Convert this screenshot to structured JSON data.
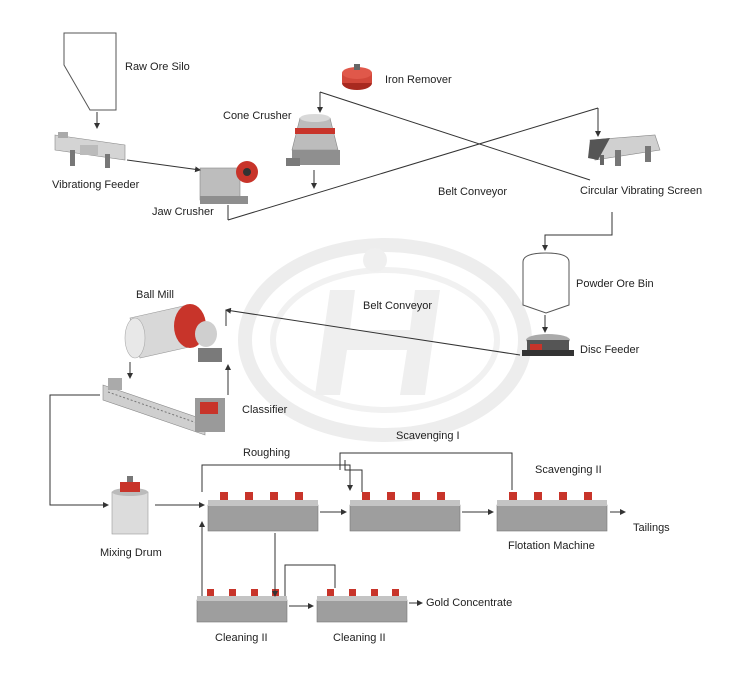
{
  "labels": {
    "raw_ore_silo": "Raw Ore Silo",
    "iron_remover": "Iron Remover",
    "cone_crusher": "Cone Crusher",
    "vibrating_feeder": "Vibrationg Feeder",
    "jaw_crusher": "Jaw Crusher",
    "belt_conveyor_top": "Belt Conveyor",
    "circular_vibrating_screen": "Circular Vibrating Screen",
    "powder_ore_bin": "Powder Ore Bin",
    "ball_mill": "Ball Mill",
    "belt_conveyor_mid": "Belt Conveyor",
    "disc_feeder": "Disc Feeder",
    "classifier": "Classifier",
    "roughing": "Roughing",
    "scavenging_1": "Scavenging I",
    "scavenging_2": "Scavenging II",
    "mixing_drum": "Mixing Drum",
    "flotation_machine": "Flotation Machine",
    "tailings": "Tailings",
    "gold_concentrate": "Gold Concentrate",
    "cleaning_left": "Cleaning II",
    "cleaning_right": "Cleaning II"
  },
  "colors": {
    "line": "#333333",
    "machine_grey": "#9a9a9a",
    "machine_red": "#c8342a",
    "watermark": "#ececec"
  }
}
